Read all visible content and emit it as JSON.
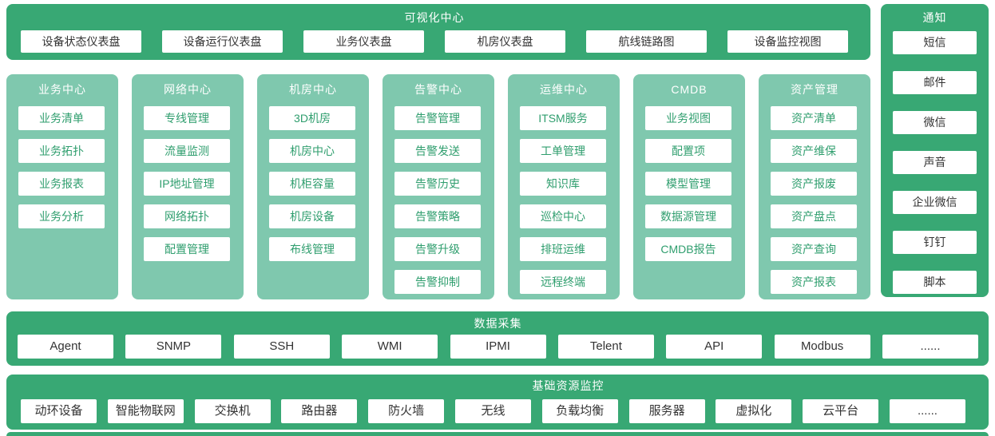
{
  "colors": {
    "primary_green": "#38a874",
    "light_green": "#7fc8ae",
    "button_bg": "#ffffff",
    "button_text_green": "#2f9e6e",
    "button_text_dark": "#333333"
  },
  "visualization_center": {
    "title": "可视化中心",
    "items": [
      "设备状态仪表盘",
      "设备运行仪表盘",
      "业务仪表盘",
      "机房仪表盘",
      "航线链路图",
      "设备监控视图"
    ]
  },
  "notifications": {
    "title": "通知",
    "items": [
      "短信",
      "邮件",
      "微信",
      "声音",
      "企业微信",
      "钉钉",
      "脚本"
    ]
  },
  "centers": [
    {
      "title": "业务中心",
      "items": [
        "业务清单",
        "业务拓扑",
        "业务报表",
        "业务分析"
      ]
    },
    {
      "title": "网络中心",
      "items": [
        "专线管理",
        "流量监测",
        "IP地址管理",
        "网络拓扑",
        "配置管理"
      ]
    },
    {
      "title": "机房中心",
      "items": [
        "3D机房",
        "机房中心",
        "机柜容量",
        "机房设备",
        "布线管理"
      ]
    },
    {
      "title": "告警中心",
      "items": [
        "告警管理",
        "告警发送",
        "告警历史",
        "告警策略",
        "告警升级",
        "告警抑制"
      ]
    },
    {
      "title": "运维中心",
      "items": [
        "ITSM服务",
        "工单管理",
        "知识库",
        "巡检中心",
        "排班运维",
        "远程终端"
      ]
    },
    {
      "title": "CMDB",
      "items": [
        "业务视图",
        "配置项",
        "模型管理",
        "数据源管理",
        "CMDB报告"
      ]
    },
    {
      "title": "资产管理",
      "items": [
        "资产清单",
        "资产维保",
        "资产报废",
        "资产盘点",
        "资产查询",
        "资产报表"
      ]
    }
  ],
  "data_collection": {
    "title": "数据采集",
    "items": [
      "Agent",
      "SNMP",
      "SSH",
      "WMI",
      "IPMI",
      "Telent",
      "API",
      "Modbus",
      "......"
    ]
  },
  "resource_monitoring": {
    "title": "基础资源监控",
    "items": [
      "动环设备",
      "智能物联网",
      "交换机",
      "路由器",
      "防火墙",
      "无线",
      "负载均衡",
      "服务器",
      "虚拟化",
      "云平台",
      "......"
    ]
  }
}
